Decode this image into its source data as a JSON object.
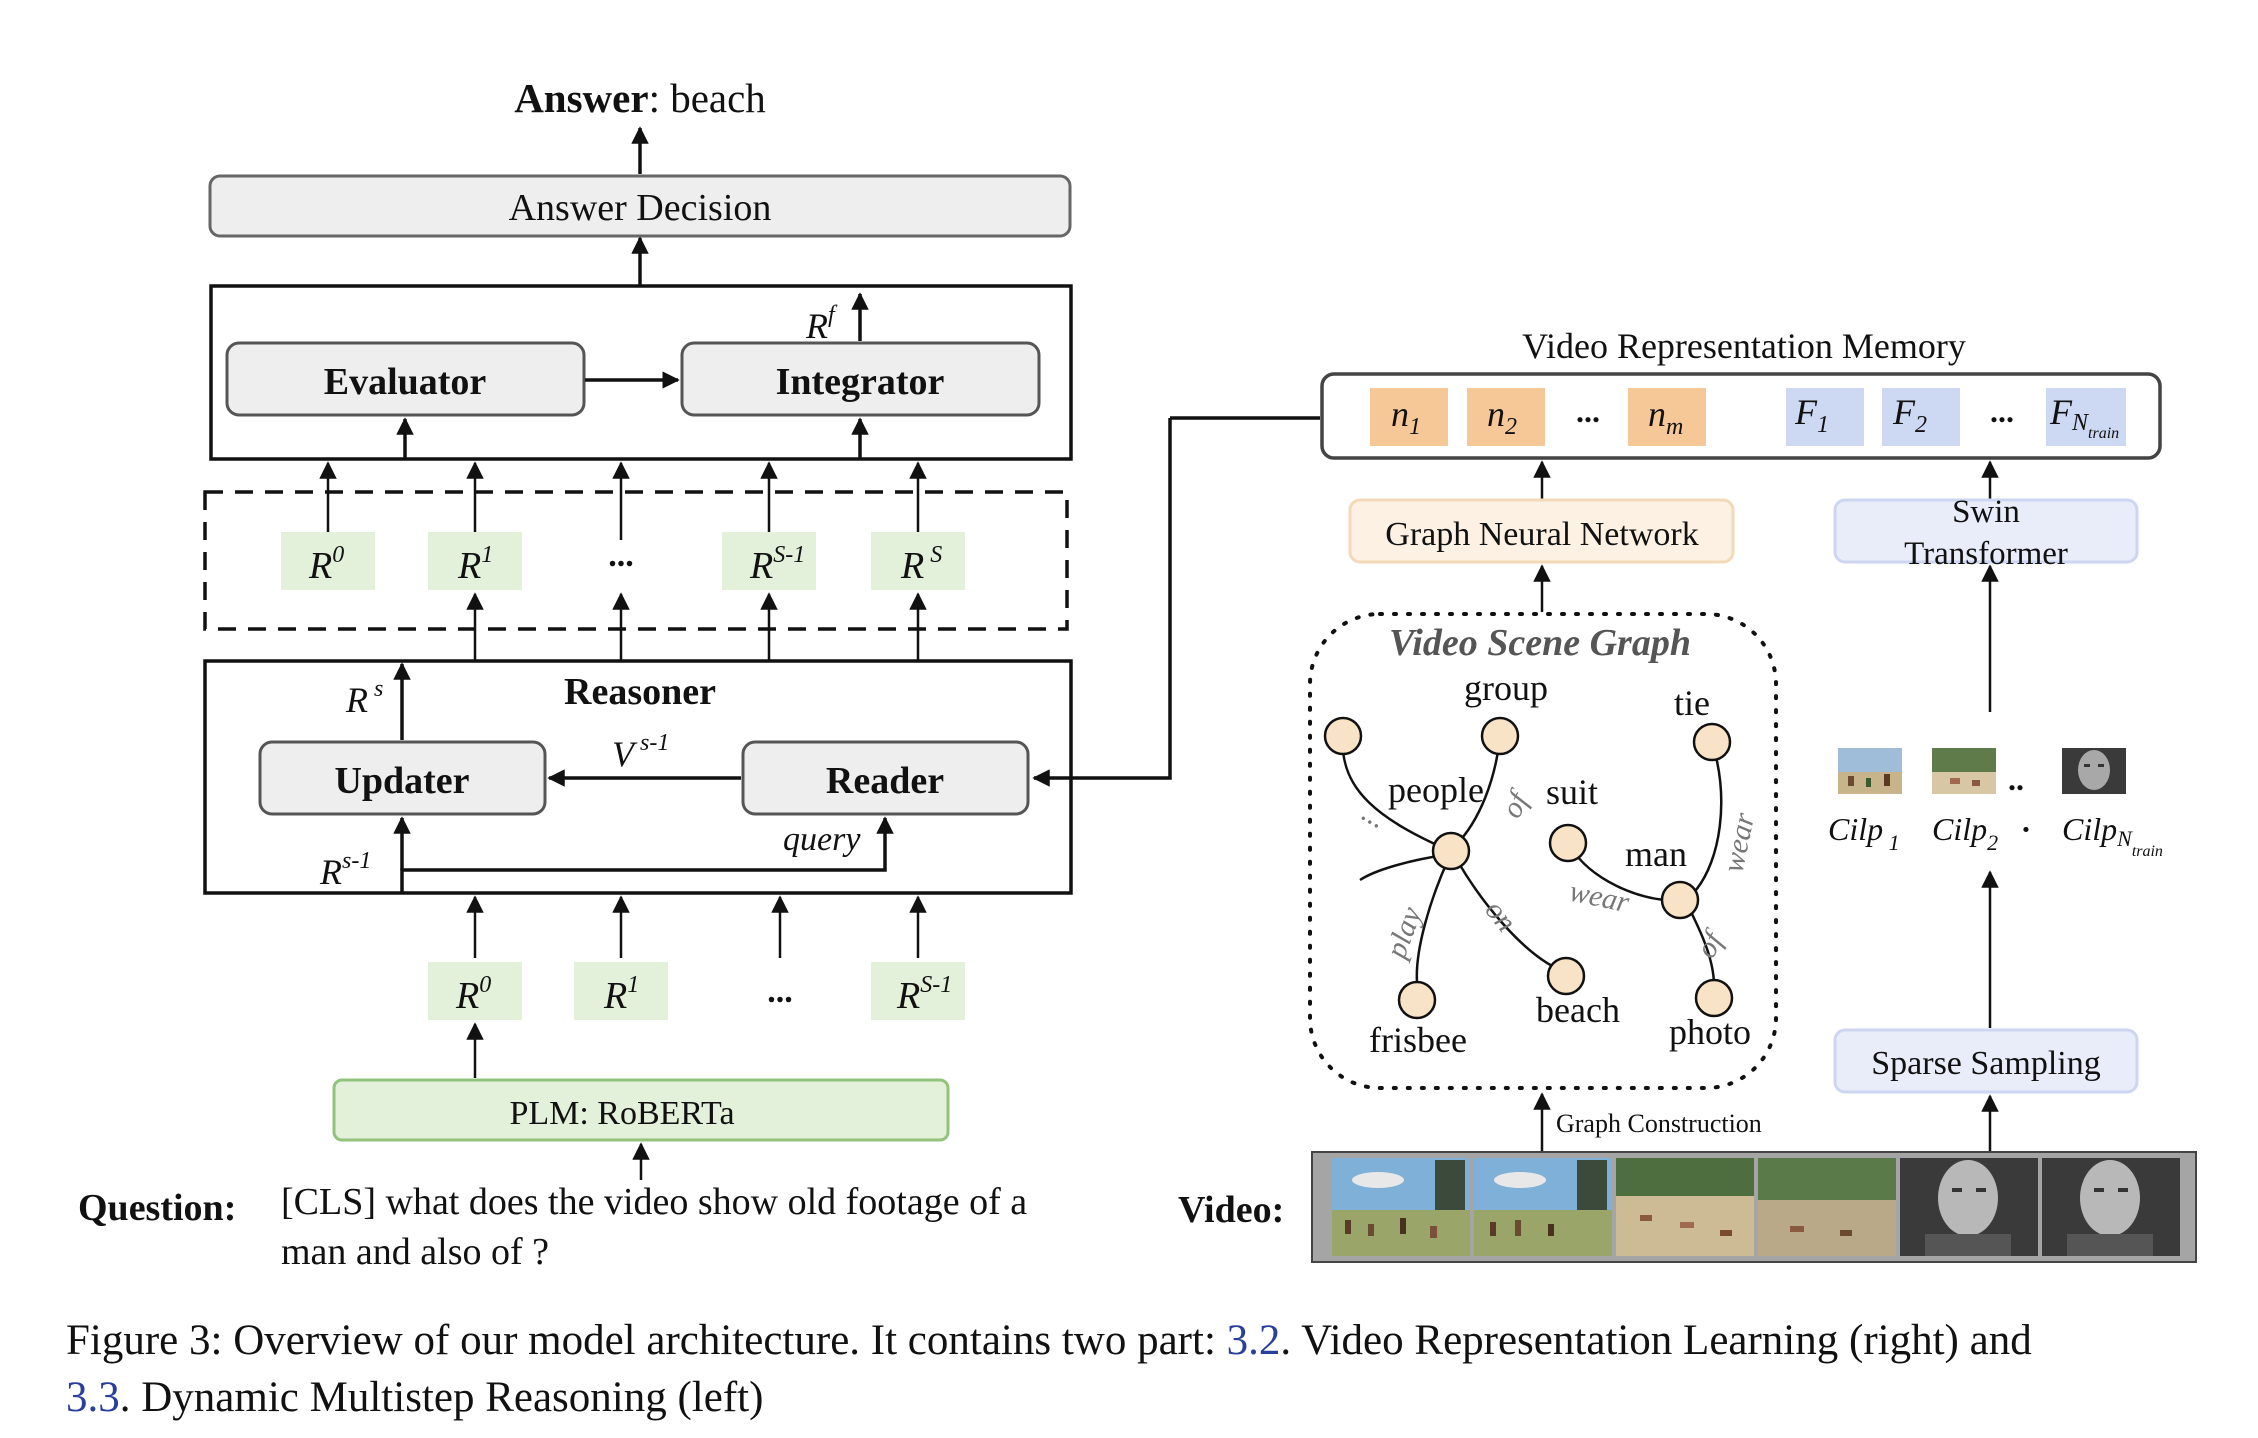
{
  "left": {
    "answer_label": "Answer",
    "answer_value": ": beach",
    "answer_decision": "Answer Decision",
    "evaluator": "Evaluator",
    "integrator": "Integrator",
    "reasoner": "Reasoner",
    "updater": "Updater",
    "reader": "Reader",
    "query": "query",
    "ellipsis": "...",
    "plm": "PLM: RoBERTa",
    "question_label": "Question:",
    "question_line1": "[CLS] what does the video show old footage of a",
    "question_line2": "man and also of ?"
  },
  "right": {
    "memory_title": "Video Representation Memory",
    "memory_ellipsis": "...",
    "gnn": "Graph Neural Network",
    "swin_line1": "Swin",
    "swin_line2": "Transformer",
    "scene_graph_title": "Video Scene Graph",
    "nodes": {
      "group": "group",
      "tie": "tie",
      "people": "people",
      "suit": "suit",
      "man": "man",
      "frisbee": "frisbee",
      "beach": "beach",
      "photo": "photo"
    },
    "edges": {
      "of1": "of",
      "wear1": "wear",
      "wear2": "wear",
      "play": "play",
      "on": "on",
      "of2": "of",
      "dots": "..."
    },
    "graph_construction": "Graph Construction",
    "sparse_sampling": "Sparse Sampling",
    "clip_label": "Cilp",
    "clip_dots": "..",
    "clip_dot": "·",
    "video_label": "Video:"
  },
  "caption": {
    "part1": "Figure 3: Overview of our model architecture. It contains two part: ",
    "ref1": "3.2",
    "part2": ". Video Representation Learning (right) and ",
    "ref2": "3.3",
    "part3": ". Dynamic Multistep Reasoning (left)"
  },
  "colors": {
    "gray_box": "#eeeeee",
    "green_box": "#e3f0da",
    "orange_box": "#f6c898",
    "blue_box": "#cdd8f3",
    "node_fill": "#f8e3c6",
    "link_blue": "#2a3f9a"
  }
}
